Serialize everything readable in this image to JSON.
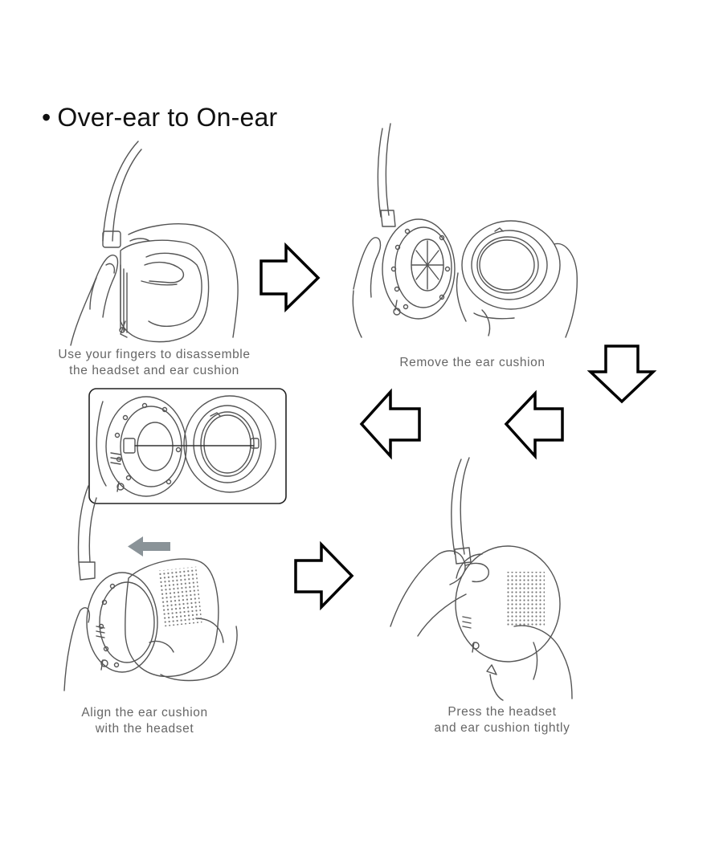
{
  "title": {
    "bullet": "•",
    "text": "Over-ear to On-ear"
  },
  "steps": [
    {
      "caption_lines": [
        "Use your fingers to disassemble",
        "the headset and ear cushion"
      ]
    },
    {
      "caption_lines": [
        "Remove the ear cushion"
      ]
    },
    {
      "caption_lines": [
        "Align the ear cushion",
        "with the headset"
      ]
    },
    {
      "caption_lines": [
        "Press the headset",
        "and ear cushion tightly"
      ]
    }
  ],
  "arrows": [
    {
      "direction": "right",
      "icon": "right-arrow-icon"
    },
    {
      "direction": "down",
      "icon": "down-arrow-icon"
    },
    {
      "direction": "left",
      "icon": "left-arrow-icon"
    },
    {
      "direction": "left",
      "icon": "left-arrow-icon"
    },
    {
      "direction": "right",
      "icon": "right-arrow-icon"
    }
  ],
  "colors": {
    "text": "#111111",
    "caption": "#666666",
    "line_art": "#555555",
    "arrow_outline": "#000000",
    "direction_arrow": "#8a9398"
  }
}
